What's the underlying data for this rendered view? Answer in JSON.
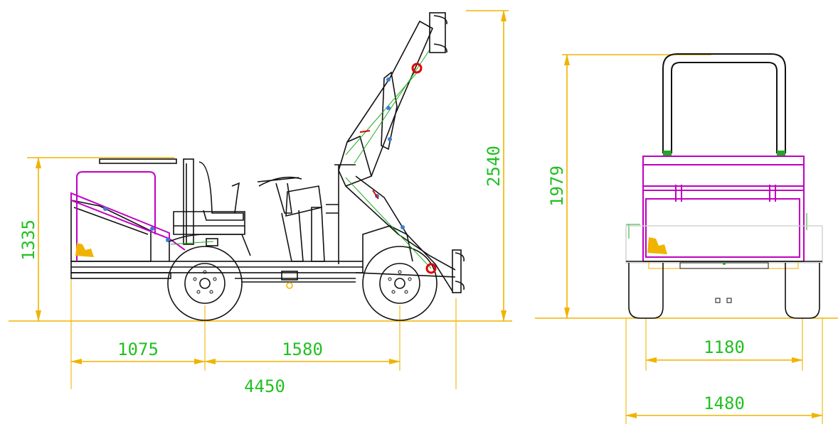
{
  "colors": {
    "outline": "#111111",
    "frame": "#c000c0",
    "hydraulics": "#22a822",
    "dimension_lines": "#f0b400",
    "dimension_text": "#22c022",
    "pins": "#e00000",
    "hinge_points": "#3a7fd5",
    "background": "#ffffff"
  },
  "side_view": {
    "dimensions": {
      "height_body": "1335",
      "height_total": "2540",
      "front_overhang": "1075",
      "wheelbase": "1580",
      "length_total": "4450"
    }
  },
  "rear_view": {
    "dimensions": {
      "height_rops": "1979",
      "track_width": "1180",
      "overall_width": "1480"
    }
  }
}
